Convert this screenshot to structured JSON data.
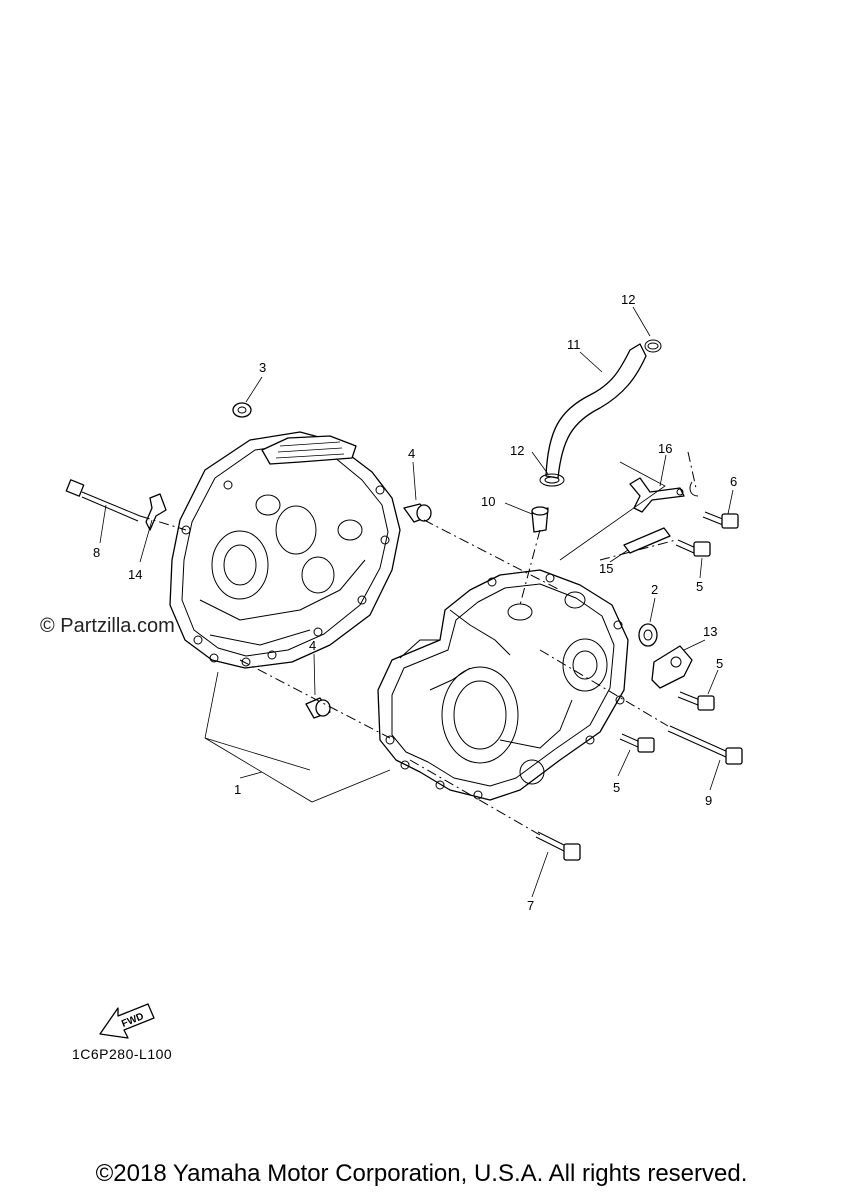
{
  "watermark": "© Partzilla.com",
  "diagram_code": "1C6P280-L100",
  "copyright": "©2018 Yamaha Motor Corporation, U.S.A. All rights reserved.",
  "fwd_label": "FWD",
  "callouts": {
    "c1": "1",
    "c2": "2",
    "c3": "3",
    "c4a": "4",
    "c4b": "4",
    "c5a": "5",
    "c5b": "5",
    "c5c": "5",
    "c6": "6",
    "c7": "7",
    "c8": "8",
    "c9": "9",
    "c10": "10",
    "c11": "11",
    "c12a": "12",
    "c12b": "12",
    "c13": "13",
    "c14": "14",
    "c15": "15",
    "c16": "16"
  }
}
